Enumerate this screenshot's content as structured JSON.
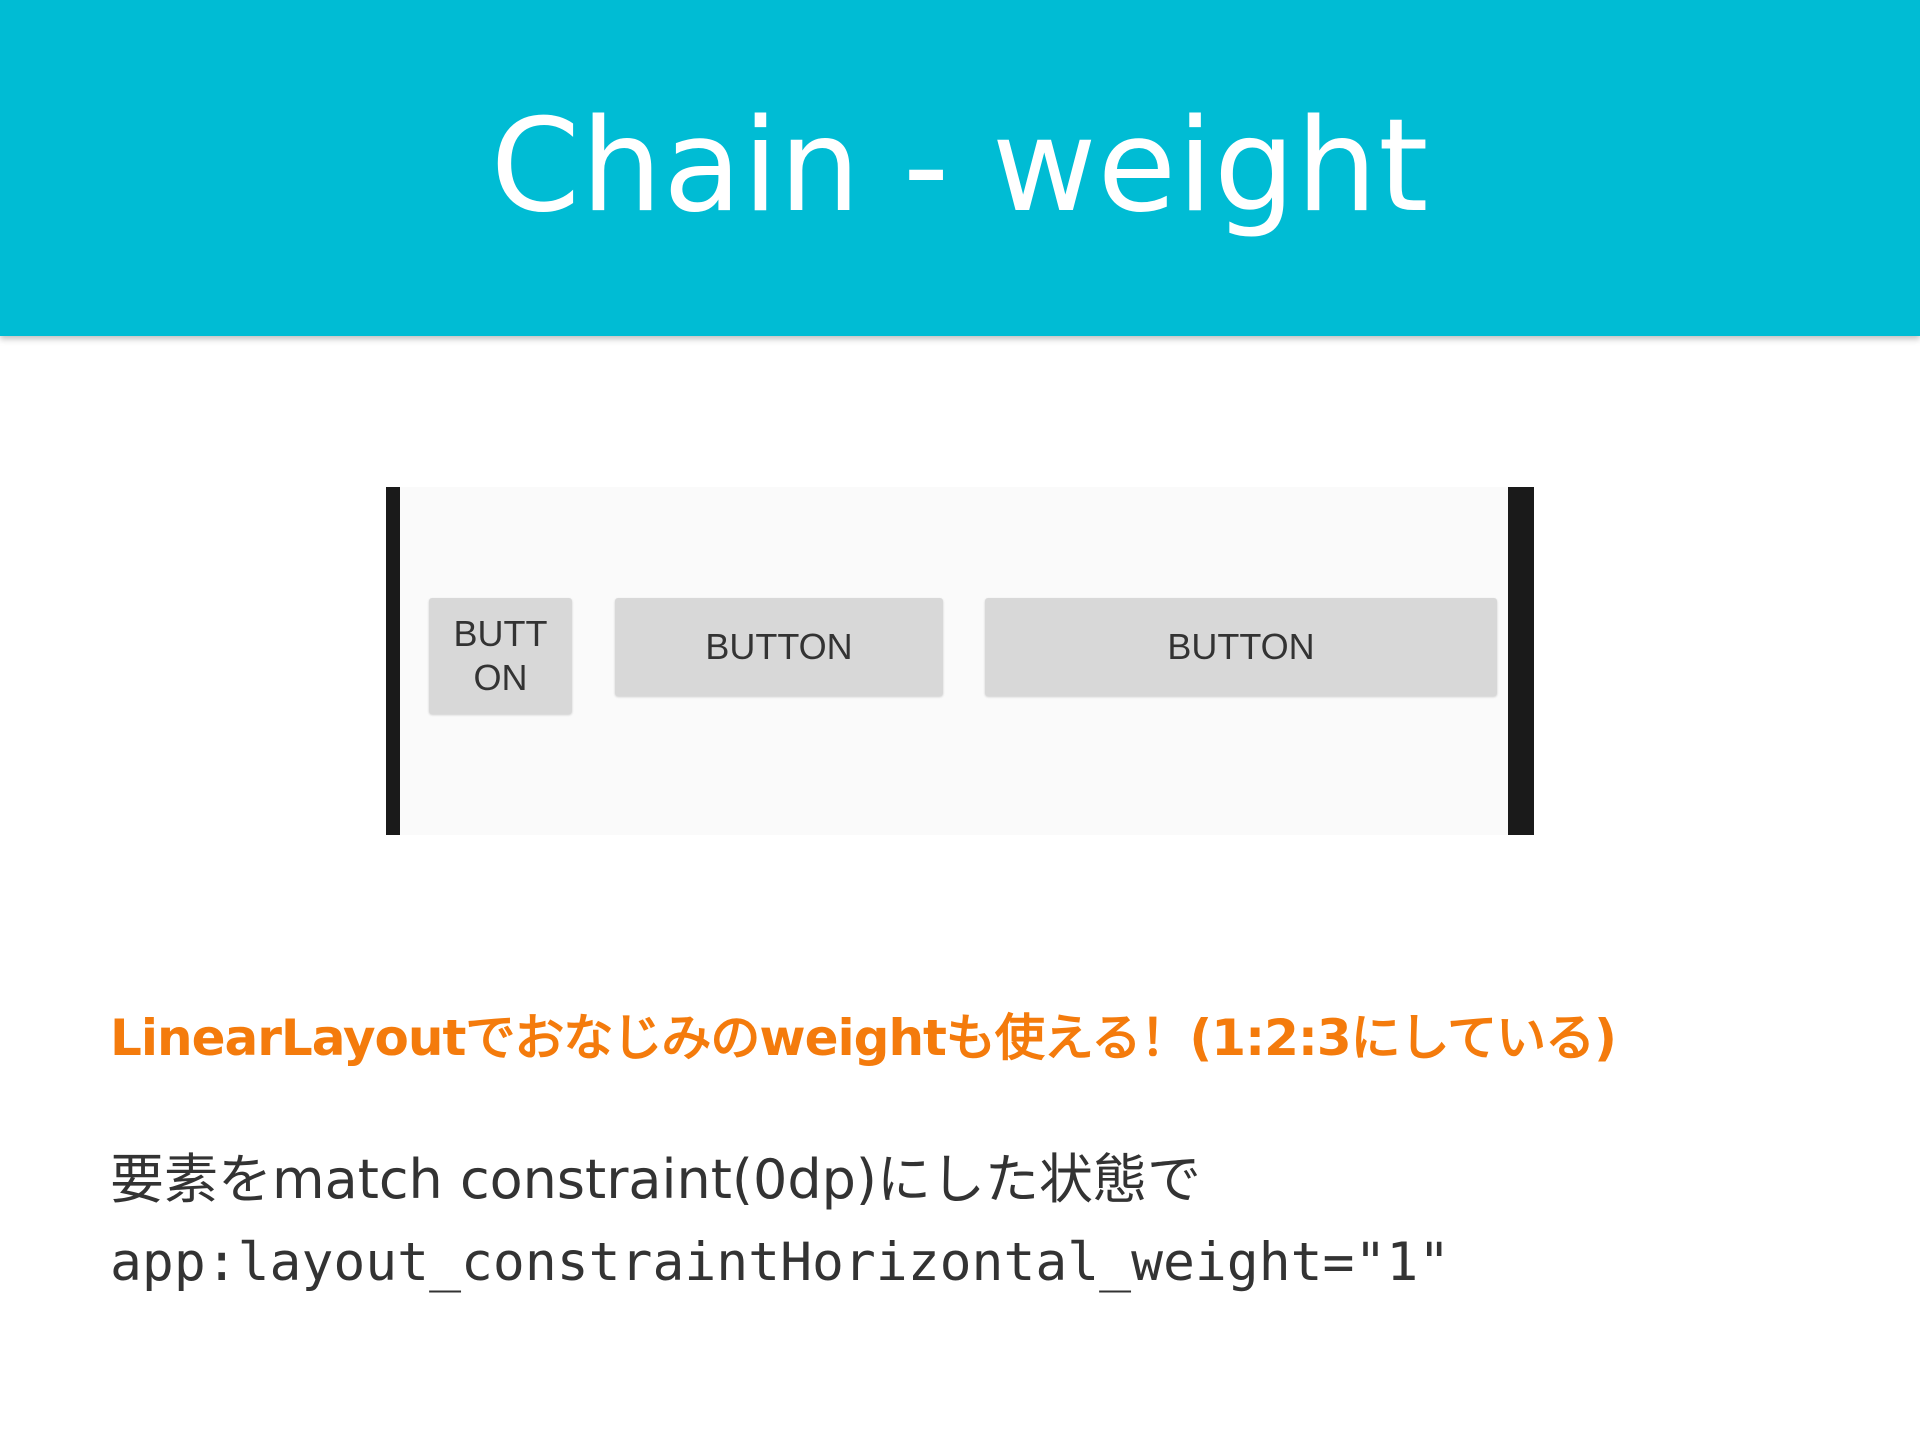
{
  "slide": {
    "title": "Chain - weight"
  },
  "preview": {
    "buttons": [
      {
        "label": "BUTTON"
      },
      {
        "label": "BUTTON"
      },
      {
        "label": "BUTTON"
      }
    ]
  },
  "content": {
    "highlight": "LinearLayoutでおなじみのweightも使える！(1:2:3にしている)",
    "description": "要素をmatch constraint(0dp)にした状態で",
    "code": "app:layout_constraintHorizontal_weight=\"1\""
  },
  "colors": {
    "header_bg": "#00bcd4",
    "highlight_text": "#f47b0c",
    "body_text": "#333333",
    "button_bg": "#d8d8d8"
  }
}
